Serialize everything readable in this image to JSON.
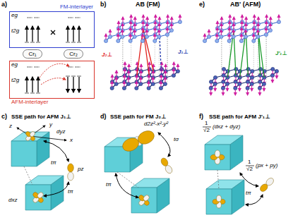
{
  "diagram": {
    "nodes": [
      {
        "text": [
          "FM-interlayer"
        ]
      },
      {
        "text": [
          "Cr₁"
        ]
      },
      {
        "text": [
          "Cr₂"
        ]
      },
      {
        "text": [
          "AFM-interlayer"
        ]
      }
    ],
    "labels": [
      "a)",
      "eg",
      "t2g",
      "eg",
      "t2g",
      "b)",
      "AB (FM)",
      "J₂⊥",
      "J₁⊥",
      "e)",
      "AB' (AFM)",
      "J'₁⊥",
      "c)",
      "SSE path for AFM J₁⊥",
      "z",
      "y",
      "x",
      "dyz",
      "tπ",
      "pz",
      "dxz",
      "tπ",
      "d)",
      "SSE path for FM J₂⊥",
      "d2z²-x²-y²",
      "tσ",
      "tπ",
      "f)",
      "SSE path for AFM J'₁⊥",
      "1",
      "√2",
      "(dxz + dyz)",
      "tπ",
      "1",
      "√2",
      "(px + py)"
    ]
  }
}
